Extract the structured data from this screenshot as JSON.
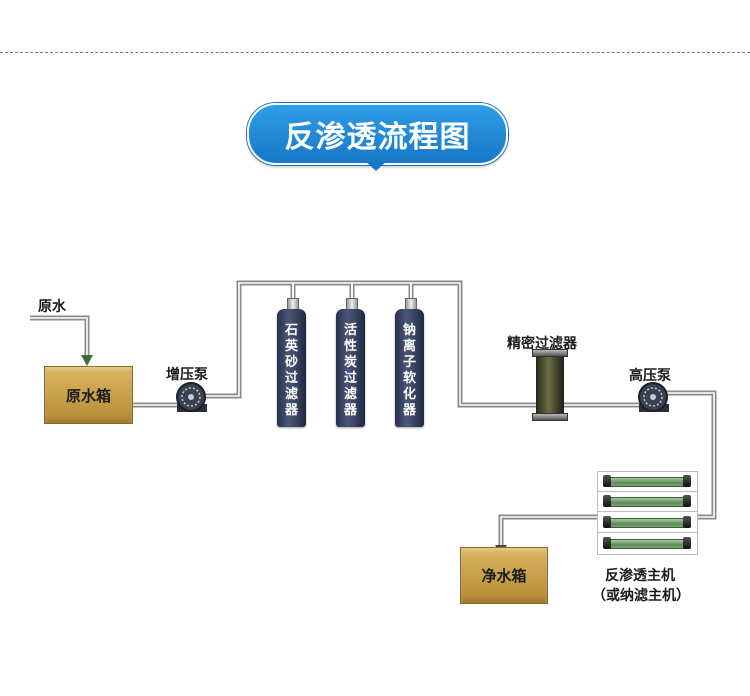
{
  "title": "反渗透流程图",
  "labels": {
    "raw_water": "原水",
    "booster_pump": "增压泵",
    "precision_filter": "精密过滤器",
    "high_pressure_pump": "高压泵",
    "ro_unit_line1": "反渗透主机",
    "ro_unit_line2": "（或纳滤主机）"
  },
  "tanks": {
    "raw_tank": "原水箱",
    "clean_tank": "净水箱"
  },
  "vessels": [
    {
      "chars": [
        "石",
        "英",
        "砂",
        "过",
        "滤",
        "器"
      ]
    },
    {
      "chars": [
        "活",
        "性",
        "炭",
        "过",
        "滤",
        "器"
      ]
    },
    {
      "chars": [
        "钠",
        "离",
        "子",
        "软",
        "化",
        "器"
      ]
    }
  ],
  "colors": {
    "title_badge": "#1f86d4",
    "tank_gold": "#c9a24b",
    "vessel_navy": "#34405e",
    "pipe": "#888888"
  }
}
